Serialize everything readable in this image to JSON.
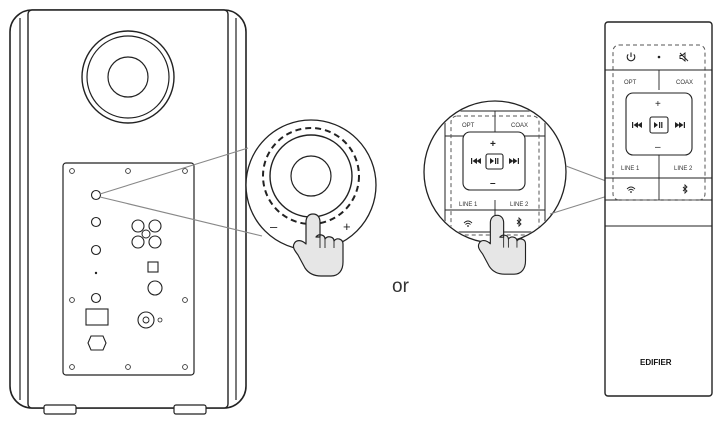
{
  "connector_text": "or",
  "knob": {
    "minus_label": "–",
    "plus_label": "+"
  },
  "remote_zoom": {
    "opt_label": "OPT",
    "coax_label": "COAX",
    "line1_label": "LINE 1",
    "line2_label": "LINE 2",
    "plus_label": "+",
    "minus_label": "–"
  },
  "remote": {
    "opt_label": "OPT",
    "coax_label": "COAX",
    "line1_label": "LINE 1",
    "line2_label": "LINE 2",
    "plus_label": "+",
    "minus_label": "–",
    "brand": "EDIFIER"
  },
  "icons": {
    "power": "power-icon",
    "mute": "mute-icon",
    "wifi": "wifi-icon",
    "bluetooth": "bluetooth-icon",
    "prev": "previous-track-icon",
    "next": "next-track-icon",
    "play_pause": "play-pause-icon",
    "hand": "pointing-hand-icon"
  },
  "colors": {
    "line": "#222222",
    "callout": "#888888",
    "hand_fill": "#e6e6e6"
  }
}
